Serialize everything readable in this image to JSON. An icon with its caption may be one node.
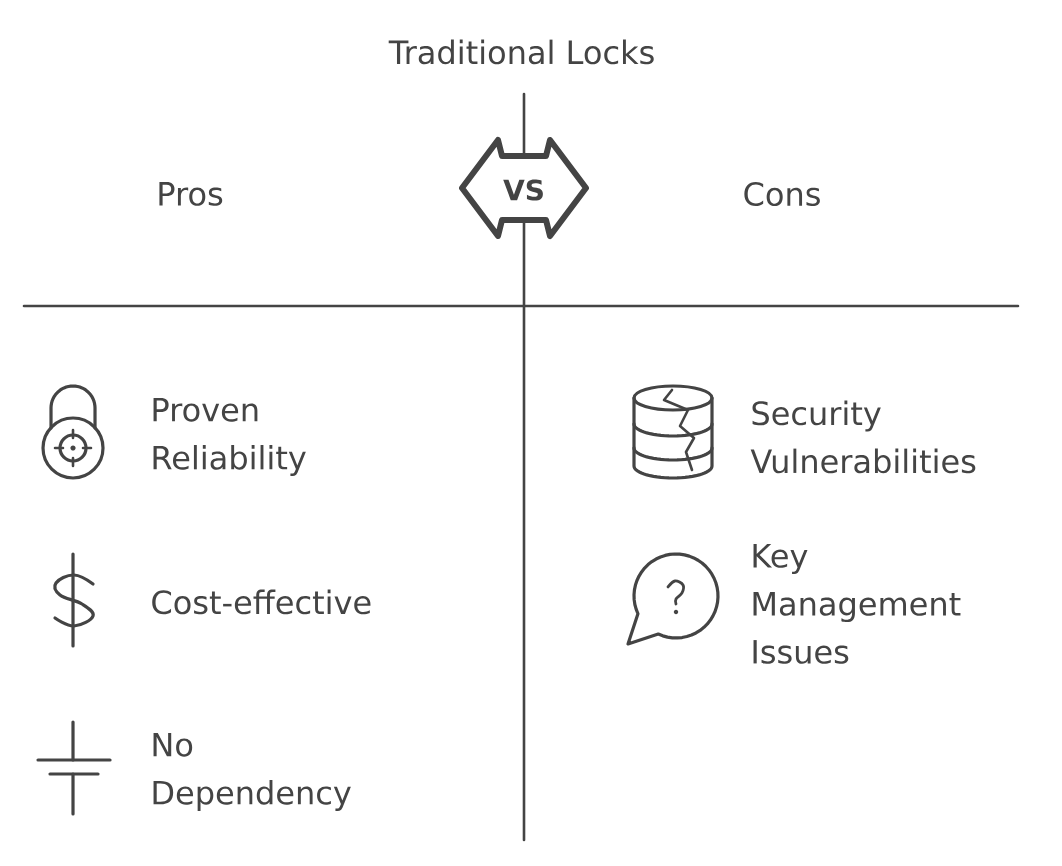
{
  "diagram": {
    "title": "Traditional Locks",
    "nodes": [
      {
        "text": [
          "VS"
        ]
      }
    ],
    "labels": [
      "Pros",
      "Cons",
      "Proven Reliability",
      "Security Vulnerabilities",
      "Cost-effective",
      "Key Management Issues",
      "No Dependency"
    ]
  }
}
